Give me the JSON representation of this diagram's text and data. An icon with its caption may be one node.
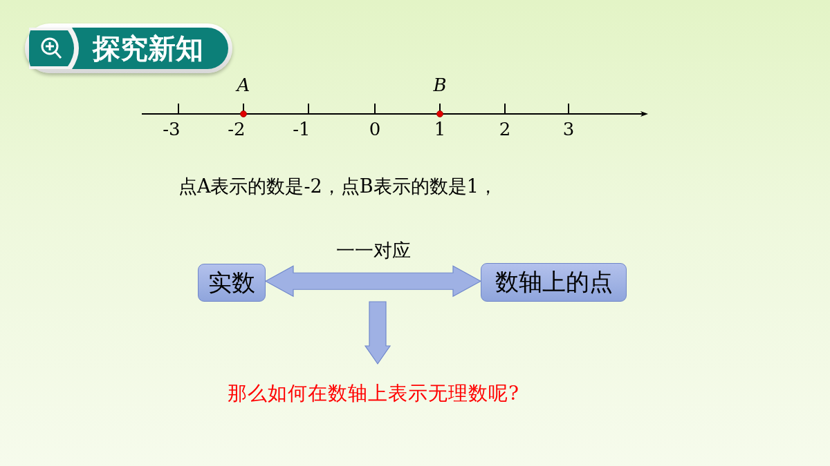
{
  "diagram": {
    "title": "探究新知",
    "nodes": [
      {
        "text": [
          "实数"
        ]
      },
      {
        "text": [
          "数轴上的点"
        ]
      },
      {
        "text": [
          "那么如何在数轴上表示无理数呢?"
        ]
      }
    ],
    "edges": [
      {
        "from": 0,
        "to": 1,
        "arrow": "both",
        "label": "一一对应"
      },
      {
        "from": null,
        "to": 2,
        "arrow": "to"
      }
    ],
    "labels": [
      "A",
      "B",
      "-3",
      "-2",
      "-1",
      "0",
      "1",
      "2",
      "3",
      "点A表示的数是-2，点B表示的数是1，"
    ]
  }
}
